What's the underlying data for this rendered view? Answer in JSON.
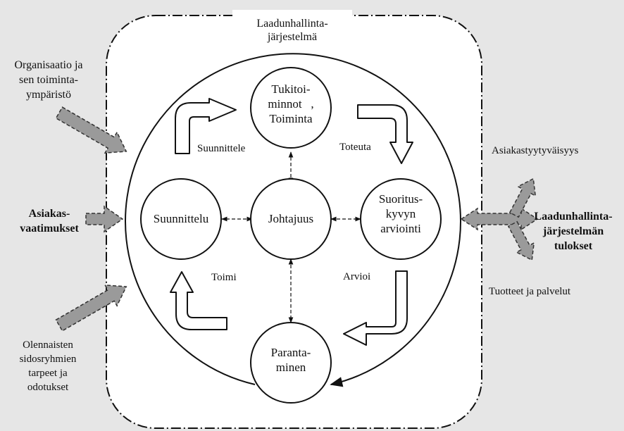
{
  "system_title": [
    "Laadunhallinta-",
    "järjestelmä"
  ],
  "nodes": {
    "support": [
      "Tukitoi-",
      "minnot   ,",
      "Toiminta"
    ],
    "planning": [
      "Suunnittelu"
    ],
    "leadership": [
      "Johtajuus"
    ],
    "evaluation": [
      "Suoritus-",
      "kyvyn",
      "arviointi"
    ],
    "improvement": [
      "Paranta-",
      "minen"
    ]
  },
  "cycle": {
    "plan": "Suunnittele",
    "do": "Toteuta",
    "act": "Toimi",
    "check": "Arvioi"
  },
  "inputs": {
    "organisation": [
      "Organisaatio ja",
      "sen toiminta-",
      "ympäristö"
    ],
    "customer": [
      "Asiakas-",
      "vaatimukset"
    ],
    "stakeholders": [
      "Olennaisten",
      "sidosryhmien",
      "tarpeet ja",
      "odotukset"
    ]
  },
  "outputs": {
    "satisfaction": "Asiakastyytyväisyys",
    "results": [
      "Laadunhallinta-",
      "järjestelmän",
      "tulokset"
    ],
    "products": "Tuotteet ja palvelut"
  },
  "colors": {
    "background": "#e6e6e6",
    "panel": "#ffffff",
    "arrow_fill": "#9a9a9a",
    "line": "#111111"
  }
}
